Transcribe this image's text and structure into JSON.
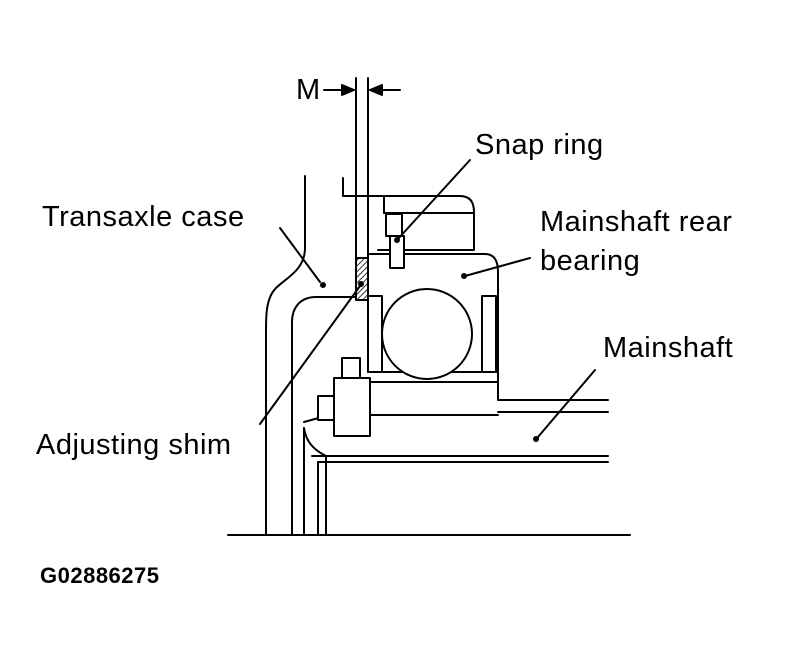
{
  "labels": {
    "dimension": "M",
    "snap_ring": "Snap ring",
    "transaxle_case": "Transaxle case",
    "rear_bearing_line1": "Mainshaft rear",
    "rear_bearing_line2": "bearing",
    "mainshaft": "Mainshaft",
    "adjusting_shim": "Adjusting shim"
  },
  "figure_code": "G02886275",
  "colors": {
    "line": "#000000",
    "background": "#ffffff"
  }
}
